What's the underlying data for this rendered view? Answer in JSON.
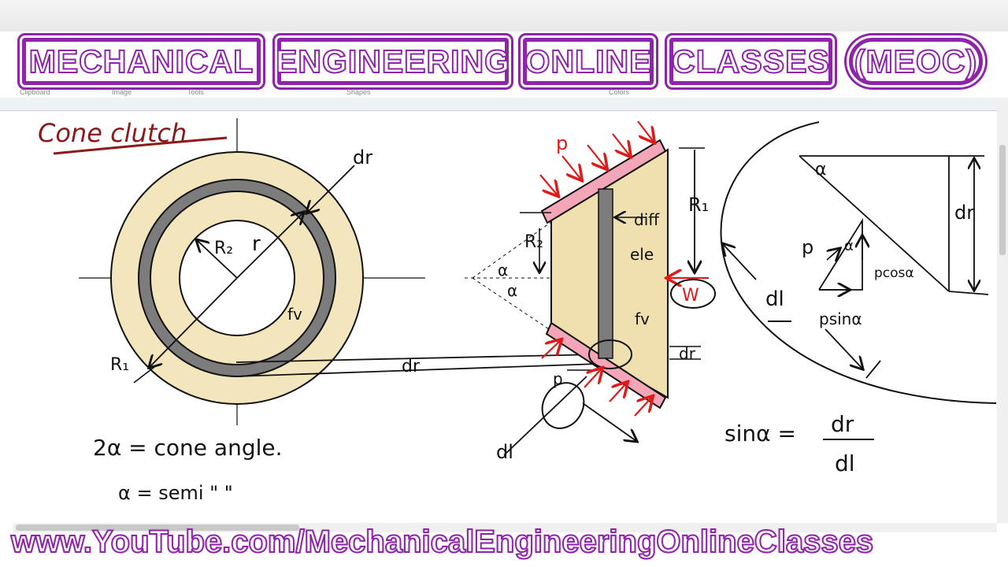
{
  "banner": {
    "words": [
      "MECHANICAL",
      "ENGINEERING",
      "ONLINE",
      "CLASSES",
      "(MEOC)"
    ],
    "color": "#8e24aa"
  },
  "ribbon": {
    "labels": [
      "Clipboard",
      "Image",
      "Tools",
      "Shapes",
      "Colors"
    ]
  },
  "drawing": {
    "title": "Cone clutch",
    "annular_labels": {
      "dr": "dr",
      "r": "r",
      "r2": "R₂",
      "r1": "R₁",
      "fv": "fv"
    },
    "cone_labels": {
      "p": "p",
      "r1": "R₁",
      "r2": "R₂",
      "alpha1": "α",
      "alpha2": "α",
      "diff": "diff",
      "ele": "ele",
      "fv": "fv",
      "w": "W",
      "dr_mid": "dr",
      "dr_right": "dr",
      "p_lower": "p",
      "dl_lower": "dl"
    },
    "detail_labels": {
      "alpha_top": "α",
      "dr": "dr",
      "p": "p",
      "alpha_mid": "α",
      "pcos": "pcosα",
      "dl": "dl",
      "psin": "psinα"
    },
    "equations": {
      "cone_angle": "2α = cone angle.",
      "semi": "α = semi \"  \"",
      "sin_lhs": "sinα =",
      "sin_num": "dr",
      "sin_den": "dl"
    },
    "colors": {
      "ring_fill": "#f3e6bd",
      "ring_inner": "#7c7c7c",
      "cone_fill": "#f0e0b0",
      "face_pink": "#f2a6b8",
      "red": "#e01919",
      "title_red": "#8b1a1a"
    }
  },
  "footer": {
    "url": "www.YouTube.com/MechanicalEngineeringOnlineClasses"
  }
}
